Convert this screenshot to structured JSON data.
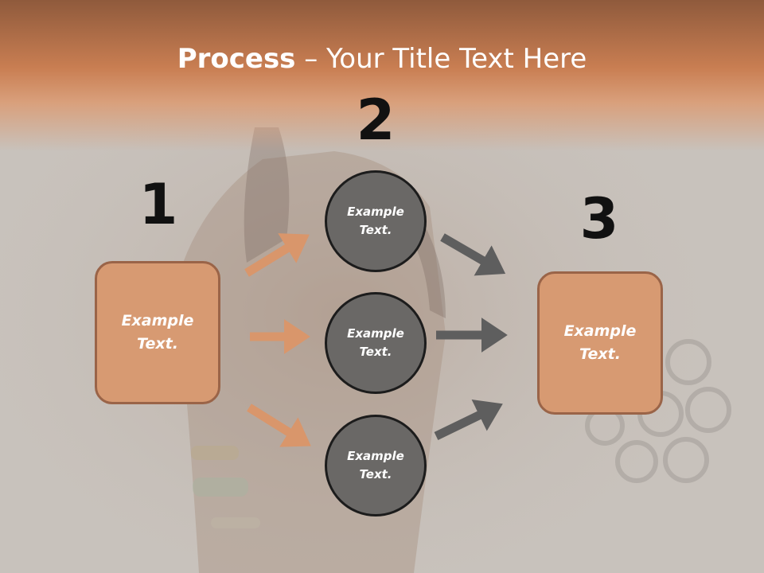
{
  "title": {
    "bold": "Process",
    "rest": " – Your Title Text Here"
  },
  "steps": [
    {
      "number": "1",
      "text": "Example Text."
    },
    {
      "number": "2",
      "texts": [
        "Example Text.",
        "Example Text.",
        "Example Text."
      ]
    },
    {
      "number": "3",
      "text": "Example Text."
    }
  ],
  "colors": {
    "accent": "#d79a72",
    "accent_border": "#9a6448",
    "header_band": "#c97e52",
    "circle_fill": "#6a6866",
    "orange_arrow": "#d9966b",
    "gray_arrow": "#5e5e5e"
  }
}
